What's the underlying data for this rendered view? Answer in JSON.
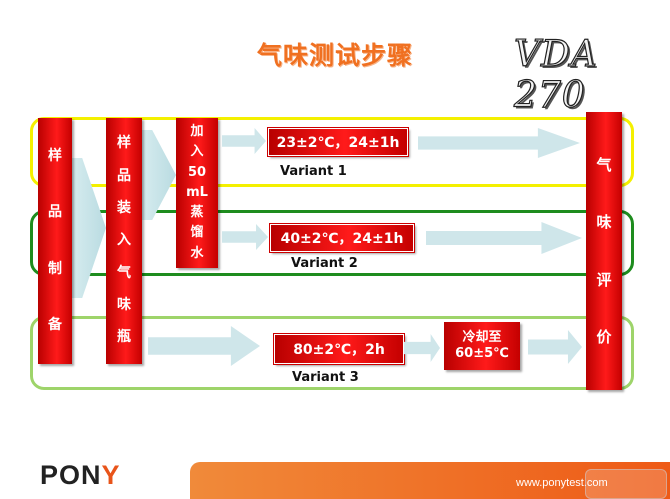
{
  "slide": {
    "title": "气味测试步骤",
    "badge": "VDA 270",
    "steps": {
      "sample_prep": [
        "样",
        "品",
        "制",
        "备"
      ],
      "load_bottle": [
        "样",
        "品",
        "装",
        "入",
        "气",
        "味",
        "瓶"
      ],
      "add_water": [
        "加",
        "入",
        "50",
        "mL",
        "蒸",
        "馏",
        "水"
      ],
      "evaluation": [
        "气",
        "味",
        "评",
        "价"
      ]
    },
    "variants": [
      {
        "condition": "23±2℃，24±1h",
        "label": "Variant  1",
        "ring_color": "#f4f000"
      },
      {
        "condition": "40±2℃，24±1h",
        "label": "Variant  2",
        "ring_color": "#1e8c1e"
      },
      {
        "condition": "80±2℃，2h",
        "cool_step": [
          "冷却至",
          "60±5℃"
        ],
        "label": "Variant  3",
        "ring_color": "#9ed46a"
      }
    ],
    "footer": {
      "logo_main": "PON",
      "logo_accent": "Y",
      "url": "www.ponytest.com"
    }
  }
}
